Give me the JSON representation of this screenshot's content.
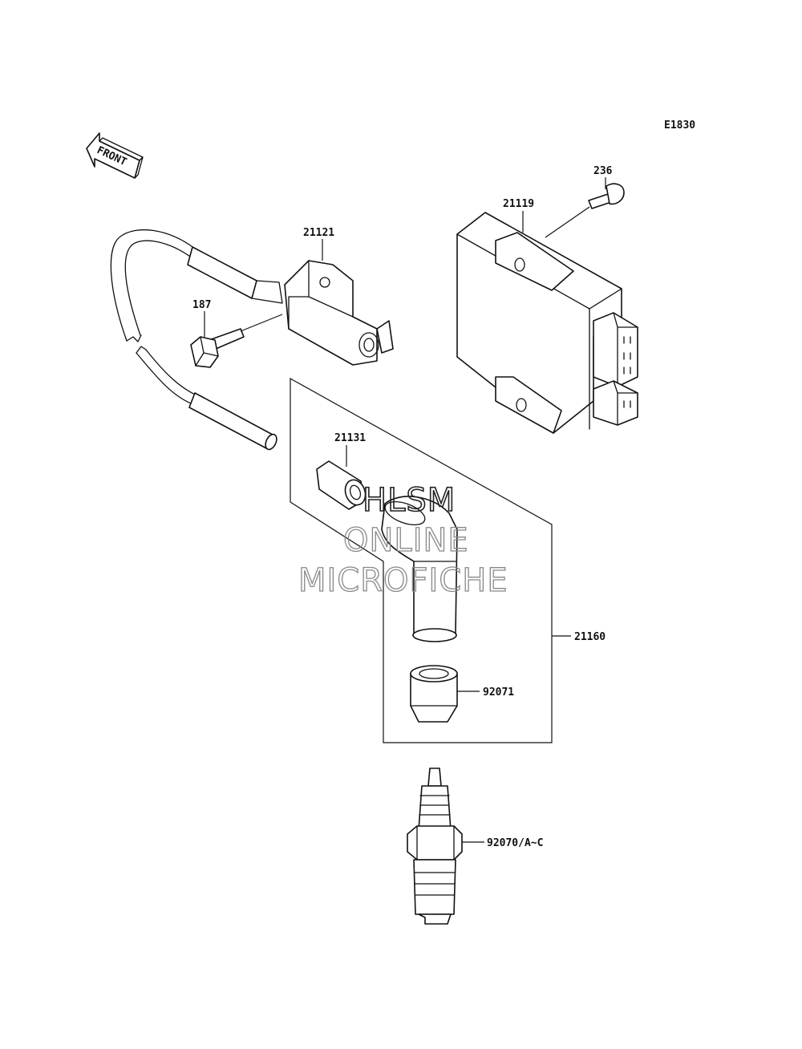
{
  "diagram": {
    "ref_code": "E1830",
    "front_label": "FRONT",
    "parts": [
      {
        "id": "p21121",
        "number": "21121"
      },
      {
        "id": "p187",
        "number": "187"
      },
      {
        "id": "p21119",
        "number": "21119"
      },
      {
        "id": "p236",
        "number": "236"
      },
      {
        "id": "p21131",
        "number": "21131"
      },
      {
        "id": "p21160",
        "number": "21160"
      },
      {
        "id": "p92071",
        "number": "92071"
      },
      {
        "id": "p92070",
        "number": "92070/A~C"
      }
    ]
  },
  "watermark": {
    "line1": "HLSM",
    "line2": "ONLINE",
    "line3": "MICROFICHE"
  }
}
